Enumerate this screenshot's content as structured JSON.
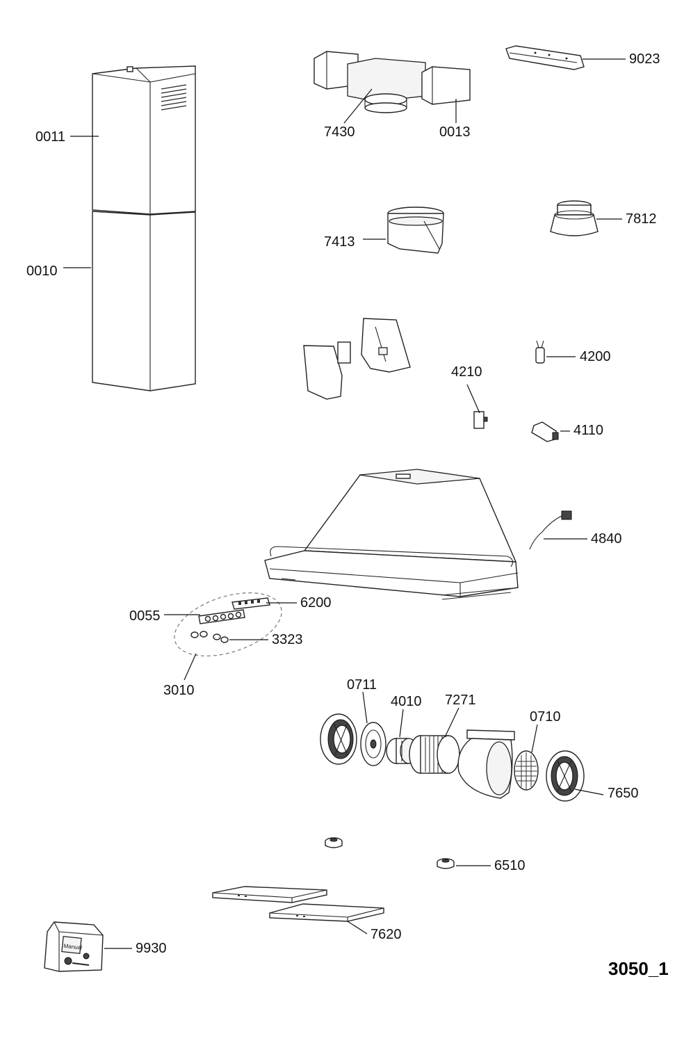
{
  "diagram": {
    "reference": "3050_1",
    "labels": {
      "p0011": "0011",
      "p0010": "0010",
      "p7430": "7430",
      "p0013": "0013",
      "p9023": "9023",
      "p7413": "7413",
      "p7812": "7812",
      "p4200": "4200",
      "p4210": "4210",
      "p4110": "4110",
      "p4840": "4840",
      "p6200": "6200",
      "p0055": "0055",
      "p3323": "3323",
      "p3010": "3010",
      "p0711": "0711",
      "p4010": "4010",
      "p7271": "7271",
      "p0710": "0710",
      "p7650": "7650",
      "p6510": "6510",
      "p7620": "7620",
      "p9930": "9930"
    },
    "bag_text": "Manual"
  }
}
